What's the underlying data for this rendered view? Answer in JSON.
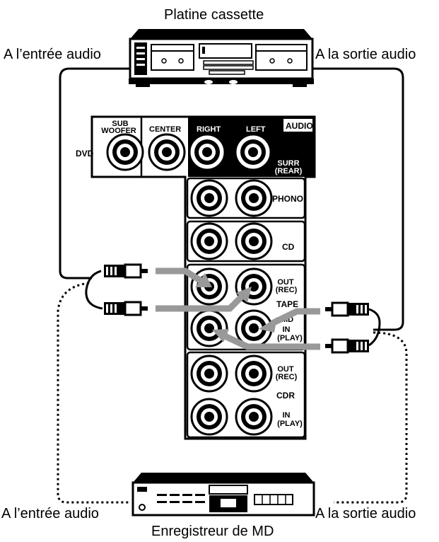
{
  "title_top": "Platine cassette",
  "title_bottom": "Enregistreur de MD",
  "tape_labels": {
    "left": "A l’entrée audio",
    "right": "A la sortie audio"
  },
  "md_labels": {
    "left": "A l’entrée audio",
    "right": "A la sortie audio"
  },
  "panel": {
    "sub_woofer": "SUB\nWOOFER",
    "center": "CENTER",
    "right": "RIGHT",
    "left": "LEFT",
    "audio": "AUDIO",
    "dvd": "DVD",
    "surr": "SURR\n(REAR)",
    "phono": "PHONO",
    "cd": "CD",
    "tape_out": "OUT\n(REC)",
    "tape": "TAPE",
    "md": "MD",
    "tape_in": "IN\n(PLAY)",
    "cdr_out": "OUT\n(REC)",
    "cdr": "CDR",
    "cdr_in": "IN\n(PLAY)"
  },
  "icons": [
    "cassette-deck-icon",
    "md-recorder-icon",
    "rca-plug-icon",
    "rca-jack-icon",
    "arrow-icon"
  ]
}
